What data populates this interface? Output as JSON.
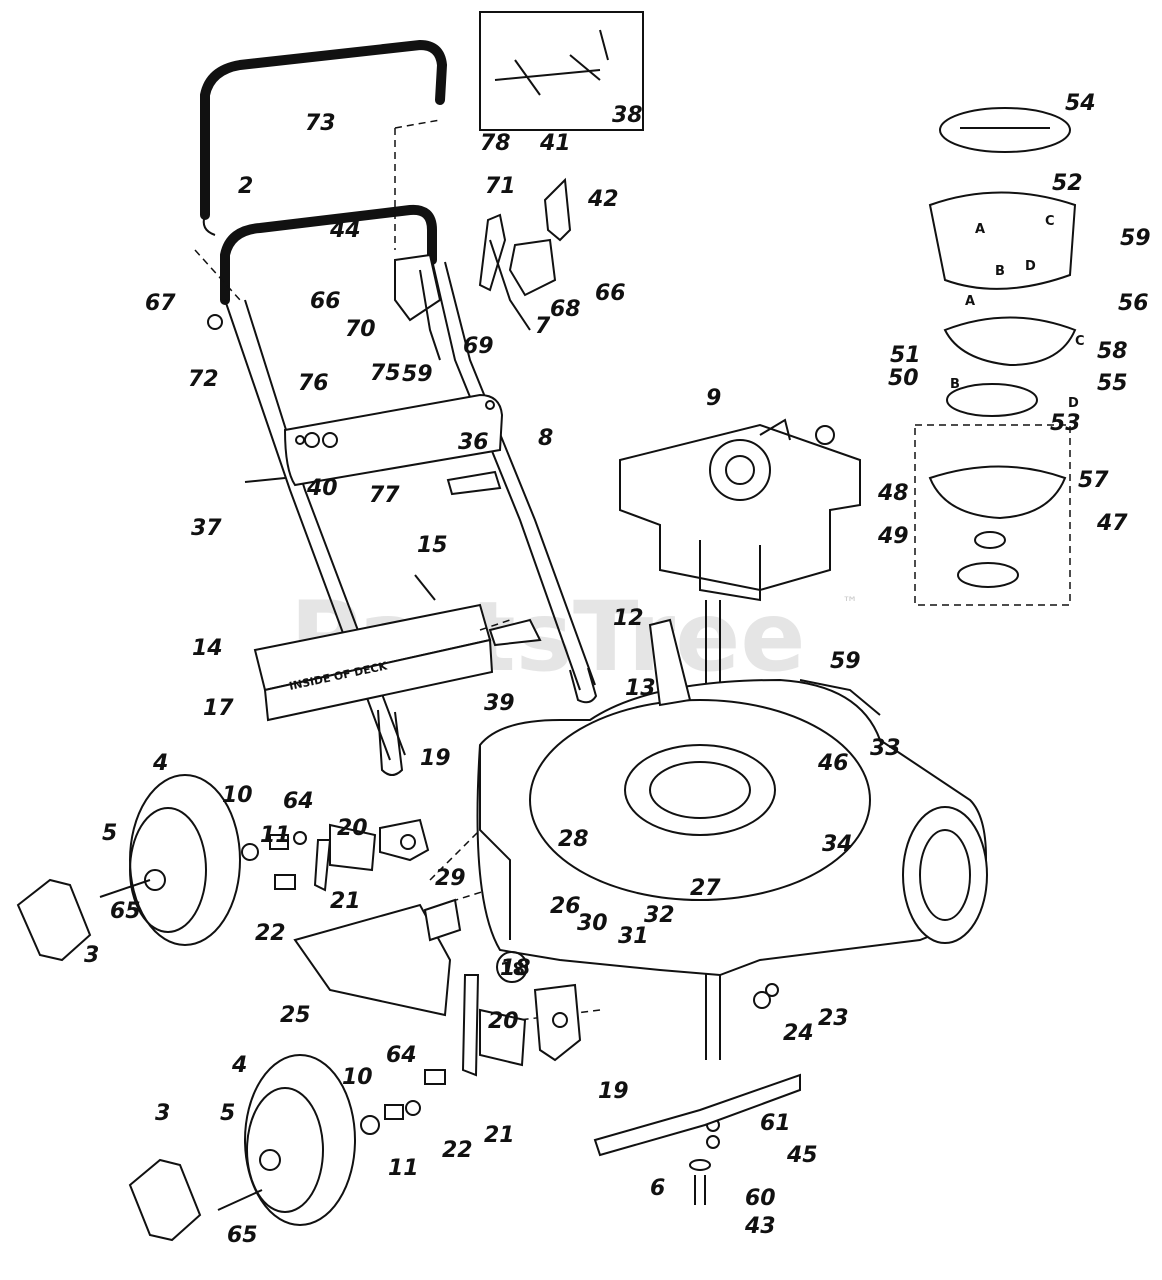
{
  "watermark": {
    "text": "PartsTree",
    "trademark": "™"
  },
  "deck_label": "INSIDE OF DECK",
  "circled_label": "18",
  "blower_letters": [
    "A",
    "B",
    "C",
    "D",
    "A",
    "B",
    "C",
    "D"
  ],
  "callouts": [
    "73",
    "78",
    "38",
    "41",
    "2",
    "71",
    "42",
    "44",
    "66",
    "67",
    "66",
    "70",
    "68",
    "69",
    "7",
    "75",
    "59",
    "72",
    "76",
    "36",
    "8",
    "37",
    "40",
    "77",
    "15",
    "9",
    "54",
    "52",
    "59",
    "56",
    "51",
    "58",
    "55",
    "50",
    "53",
    "57",
    "48",
    "47",
    "49",
    "12",
    "14",
    "17",
    "39",
    "13",
    "59",
    "33",
    "46",
    "4",
    "10",
    "11",
    "64",
    "20",
    "19",
    "5",
    "65",
    "22",
    "21",
    "28",
    "29",
    "26",
    "30",
    "27",
    "32",
    "31",
    "34",
    "3",
    "25",
    "18",
    "20",
    "4",
    "10",
    "64",
    "5",
    "3",
    "65",
    "22",
    "11",
    "21",
    "19",
    "23",
    "24",
    "61",
    "45",
    "60",
    "6",
    "43"
  ]
}
